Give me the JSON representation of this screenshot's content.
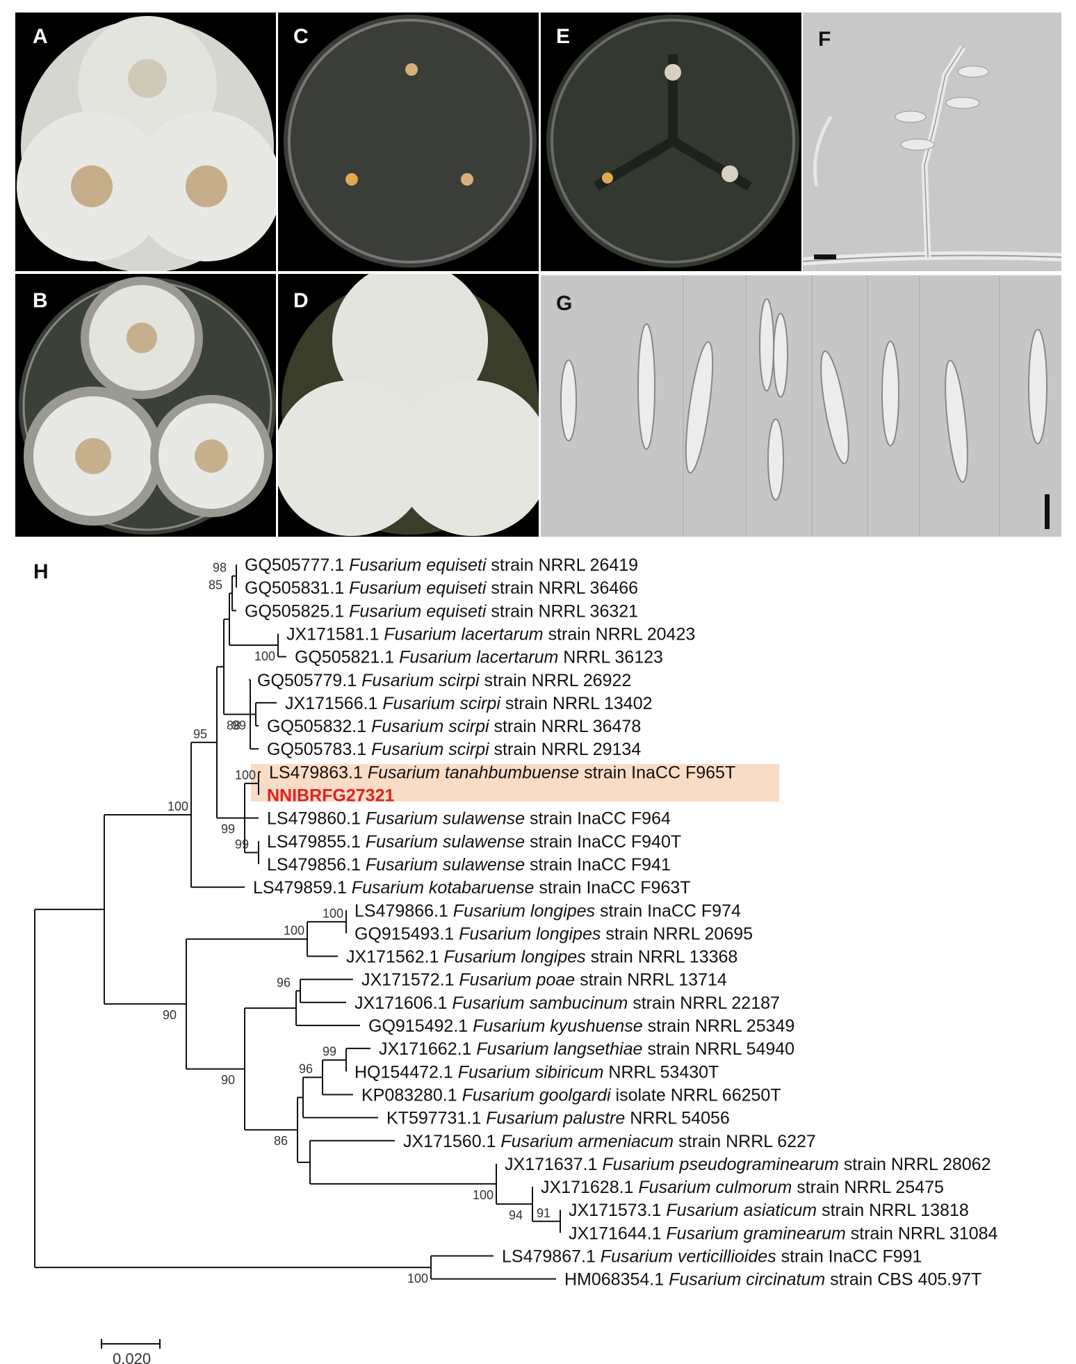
{
  "panels": {
    "A": "A",
    "B": "B",
    "C": "C",
    "D": "D",
    "E": "E",
    "F": "F",
    "G": "G",
    "H": "H"
  },
  "colors": {
    "background_dark": "#000000",
    "colony_white": "#e8e8e4",
    "colony_tan": "#b89a6a",
    "plate_dark": "#3c4138",
    "microscopy_gray": "#c8c8c8",
    "highlight_box": "#f9dcc6",
    "highlight_text": "#e02020"
  },
  "tree": {
    "scale_bar_label": "0.020",
    "leaves": [
      {
        "acc": "GQ505777.1",
        "species": "Fusarium equiseti",
        "rest": "strain NRRL 26419"
      },
      {
        "acc": "GQ505831.1",
        "species": "Fusarium equiseti",
        "rest": "strain NRRL 36466"
      },
      {
        "acc": "GQ505825.1",
        "species": "Fusarium equiseti",
        "rest": "strain NRRL 36321"
      },
      {
        "acc": "JX171581.1",
        "species": "Fusarium lacertarum",
        "rest": "strain NRRL 20423"
      },
      {
        "acc": "GQ505821.1",
        "species": "Fusarium lacertarum",
        "rest": "NRRL 36123"
      },
      {
        "acc": "GQ505779.1",
        "species": "Fusarium scirpi",
        "rest": "strain NRRL 26922"
      },
      {
        "acc": "JX171566.1",
        "species": "Fusarium scirpi",
        "rest": "strain NRRL 13402"
      },
      {
        "acc": "GQ505832.1",
        "species": "Fusarium scirpi",
        "rest": "strain NRRL 36478"
      },
      {
        "acc": "GQ505783.1",
        "species": "Fusarium scirpi",
        "rest": "strain NRRL 29134"
      },
      {
        "acc": "LS479863.1",
        "species": "Fusarium tanahbumbuense",
        "rest": "strain InaCC F965T"
      },
      {
        "acc": "NNIBRFG27321",
        "species": "",
        "rest": "",
        "highlight": true
      },
      {
        "acc": "LS479860.1",
        "species": "Fusarium sulawense",
        "rest": "strain InaCC F964"
      },
      {
        "acc": "LS479855.1",
        "species": "Fusarium sulawense",
        "rest": "strain InaCC F940T"
      },
      {
        "acc": "LS479856.1",
        "species": "Fusarium sulawense",
        "rest": "strain InaCC F941"
      },
      {
        "acc": "LS479859.1",
        "species": "Fusarium kotabaruense",
        "rest": "strain InaCC F963T"
      },
      {
        "acc": "LS479866.1",
        "species": "Fusarium longipes",
        "rest": "strain InaCC F974"
      },
      {
        "acc": "GQ915493.1",
        "species": "Fusarium longipes",
        "rest": "strain NRRL 20695"
      },
      {
        "acc": "JX171562.1",
        "species": "Fusarium longipes",
        "rest": "strain NRRL 13368"
      },
      {
        "acc": "JX171572.1",
        "species": "Fusarium poae",
        "rest": "strain NRRL 13714"
      },
      {
        "acc": "JX171606.1",
        "species": "Fusarium sambucinum",
        "rest": "strain NRRL 22187"
      },
      {
        "acc": "GQ915492.1",
        "species": "Fusarium kyushuense",
        "rest": "strain NRRL 25349"
      },
      {
        "acc": "JX171662.1",
        "species": "Fusarium langsethiae",
        "rest": "strain NRRL 54940"
      },
      {
        "acc": "HQ154472.1",
        "species": "Fusarium sibiricum",
        "rest": "NRRL 53430T"
      },
      {
        "acc": "KP083280.1",
        "species": "Fusarium goolgardi",
        "rest": "isolate NRRL 66250T"
      },
      {
        "acc": "KT597731.1",
        "species": "Fusarium palustre",
        "rest": "NRRL 54056"
      },
      {
        "acc": "JX171560.1",
        "species": "Fusarium armeniacum",
        "rest": "strain NRRL 6227"
      },
      {
        "acc": "JX171637.1",
        "species": "Fusarium pseudograminearum",
        "rest": "strain NRRL 28062"
      },
      {
        "acc": "JX171628.1",
        "species": "Fusarium culmorum",
        "rest": "strain NRRL 25475"
      },
      {
        "acc": "JX171573.1",
        "species": "Fusarium asiaticum",
        "rest": "strain NRRL 13818"
      },
      {
        "acc": "JX171644.1",
        "species": "Fusarium graminearum",
        "rest": "strain NRRL 31084"
      },
      {
        "acc": "LS479867.1",
        "species": "Fusarium verticillioides",
        "rest": "strain InaCC F991"
      },
      {
        "acc": "HM068354.1",
        "species": "Fusarium circinatum",
        "rest": "strain CBS 405.97T"
      }
    ],
    "supports": [
      "98",
      "85",
      "100",
      "99",
      "88",
      "95",
      "100",
      "99",
      "99",
      "100",
      "100",
      "100",
      "90",
      "96",
      "99",
      "96",
      "90",
      "86",
      "100",
      "94",
      "91",
      "100"
    ]
  }
}
